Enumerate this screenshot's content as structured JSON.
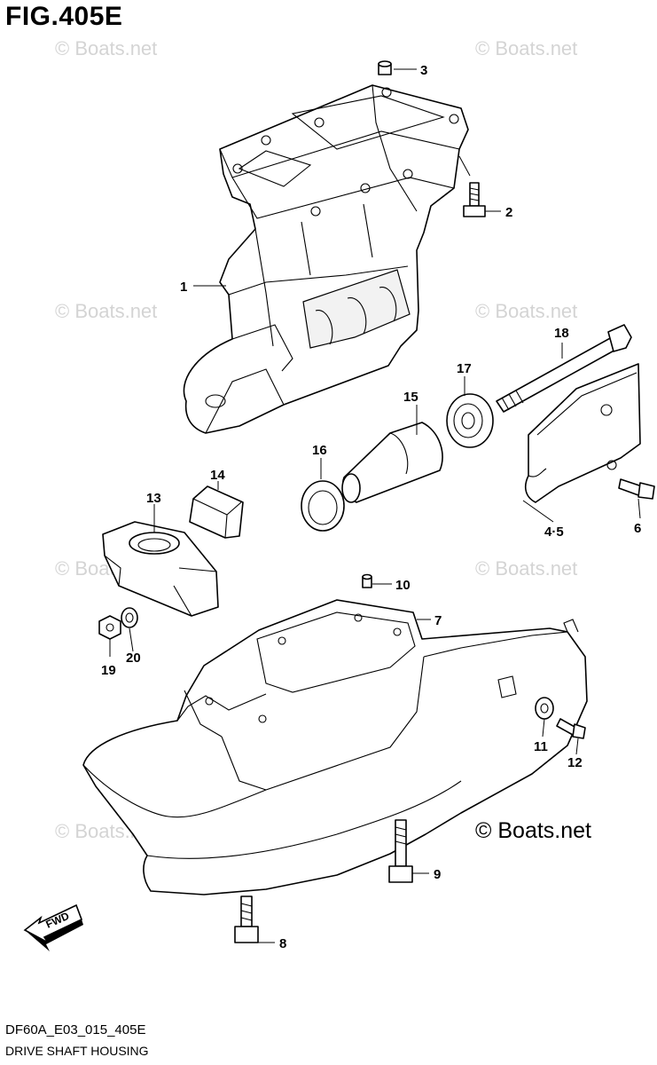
{
  "figure": {
    "title": "FIG.405E",
    "code": "DF60A_E03_015_405E",
    "name": "DRIVE SHAFT HOUSING"
  },
  "watermarks": {
    "text": "© Boats.net",
    "main": "© Boats.net"
  },
  "callouts": {
    "c1": "1",
    "c2": "2",
    "c3": "3",
    "c4": "4·5",
    "c6": "6",
    "c7": "7",
    "c8": "8",
    "c9": "9",
    "c10": "10",
    "c11": "11",
    "c12": "12",
    "c13": "13",
    "c14": "14",
    "c15": "15",
    "c16": "16",
    "c17": "17",
    "c18": "18",
    "c19": "19",
    "c20": "20"
  },
  "fwd_label": "FWD"
}
